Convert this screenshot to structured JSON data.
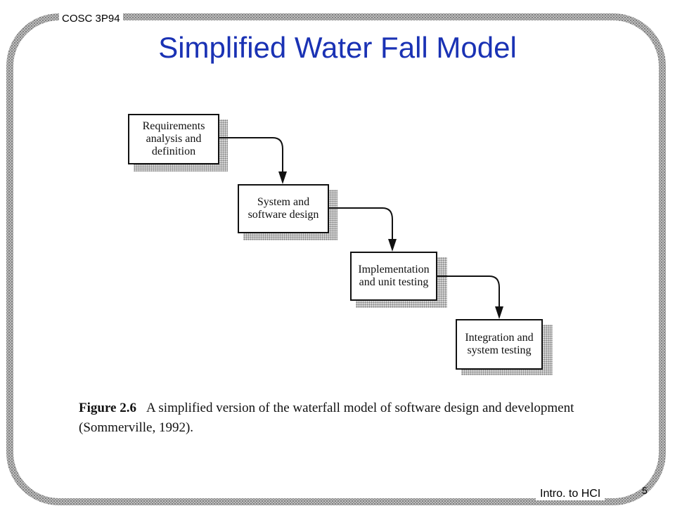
{
  "header": {
    "course": "COSC 3P94"
  },
  "title": "Simplified Water Fall Model",
  "diagram": {
    "stages": [
      {
        "label": "Requirements\nanalysis and\ndefinition"
      },
      {
        "label": "System and\nsoftware design"
      },
      {
        "label": "Implementation\nand unit testing"
      },
      {
        "label": "Integration and\nsystem testing"
      }
    ],
    "caption": {
      "figure": "Figure  2.6",
      "text": "A simplified version of the waterfall model of software design and development",
      "citation": "(Sommerville, 1992)."
    }
  },
  "footer": {
    "label": "Intro. to HCI",
    "page": "5"
  },
  "colors": {
    "title": "#1a32b4",
    "frame": "#888888"
  }
}
